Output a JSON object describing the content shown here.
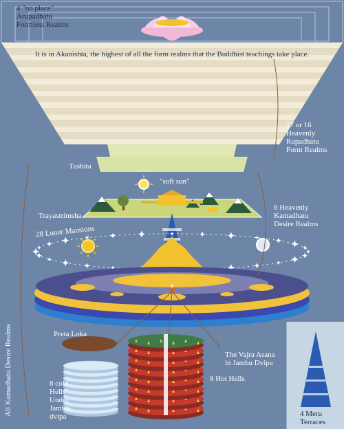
{
  "labels": {
    "arupadhatu": [
      "4 \"no place\"",
      "Arupadhatu",
      "Formless Realms"
    ],
    "akanishta_caption": "It is in Akanishta, the highest of all the form realms that the Buddhist teachings take place.",
    "rupadhatu": [
      "17  or 16",
      "Heavenly",
      "Rupadhatu",
      "Form Realms"
    ],
    "tushita": "Tushita",
    "soft_sun": "\"soft sun\"",
    "trayastrimsha": "Trayastrimsha",
    "kamadhatu_heavens": [
      "6 Heavenly",
      "Kamadhatu",
      "Desire Realms"
    ],
    "lunar_mansions": "28 Lunar Mansions",
    "all_kamadhatu": "All Kamadhatu Desire Realms",
    "preta_loka": "Preta Loka",
    "vajra_asana": [
      "The Vajra Asana",
      "in Jambu Dvipa"
    ],
    "hot_hells": "8 Hot Hells",
    "cold_hells": [
      "8 cold",
      "Hells",
      "Under",
      "Jambu-",
      "dvipa"
    ],
    "meru_terraces": [
      "4 Meru",
      "Terraces"
    ]
  },
  "colors": {
    "sky": "#6d86a8",
    "form_realm": "#f3ecd8",
    "heaven_green": "#d9e3a8",
    "continent": "#f1c23a",
    "ocean_blue": "#2e5bb3",
    "hell_red": "#c53a2d",
    "cold_ice": "#cfe3f2",
    "meru_blue": "#2a5bb0"
  },
  "icons": [
    "lotus-icon",
    "sun-icon",
    "moon-icon",
    "tree-icon",
    "mountain-icon",
    "stupa-icon",
    "star-icon"
  ]
}
